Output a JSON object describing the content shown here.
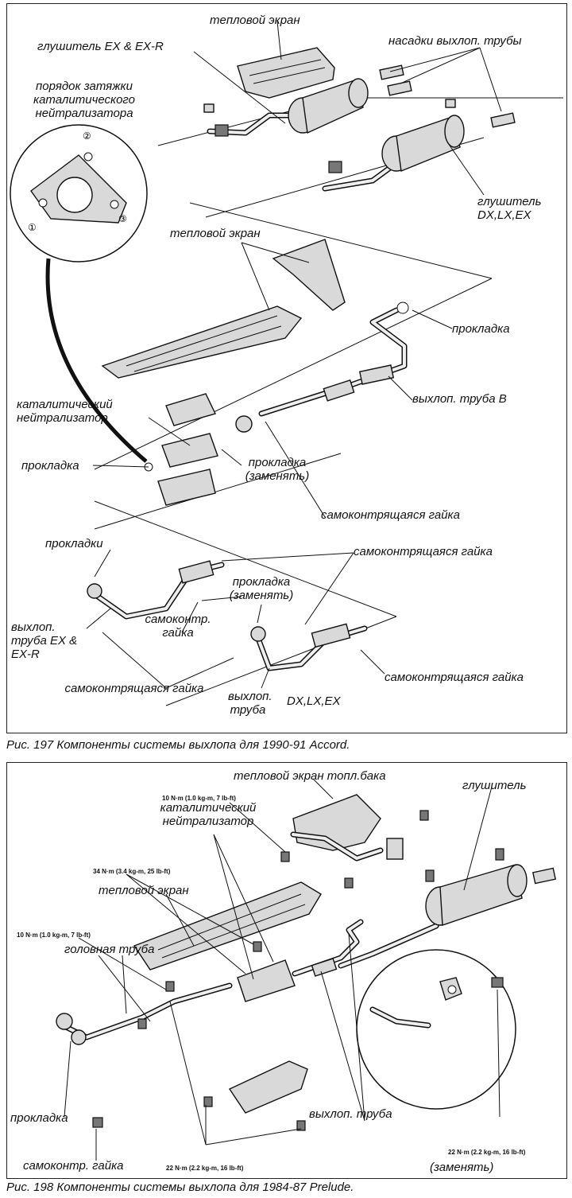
{
  "fig197": {
    "labels": {
      "heat_shield_top": "тепловой экран",
      "muffler_ex": "глушитель EX & EX-R",
      "tips": "насадки выхлоп. трубы",
      "torque_order": "порядок затяжки каталитического нейтрализатора",
      "muffler_dx": "глушитель DX,LX,EX",
      "heat_shield_mid": "тепловой экран",
      "gasket_right": "прокладка",
      "exhaust_b": "выхлоп. труба B",
      "catalytic": "каталитический нейтрализатор",
      "gasket_left": "прокладка",
      "gasket_replace": "прокладка (заменять)",
      "locknut_mid": "самоконтрящаяся гайка",
      "gaskets": "прокладки",
      "locknut_right_top": "самоконтрящаяся гайка",
      "gasket_replace2": "прокладка (заменять)",
      "locknut_short": "самоконтр. гайка",
      "pipe_ex": "выхлоп. труба EX & EX-R",
      "locknut_bottom_left": "самоконтрящаяся гайка",
      "pipe_dx_a": "выхлоп. труба",
      "pipe_dx_b": "DX,LX,EX",
      "locknut_bottom_right": "самоконтрящаяся гайка"
    },
    "flange_order": [
      "①",
      "②",
      "③"
    ],
    "caption": "Рис. 197 Компоненты системы выхлопа для 1990-91 Accord."
  },
  "fig198": {
    "labels": {
      "tank_shield": "тепловой экран топл.бака",
      "muffler": "глушитель",
      "torque_10_top": "10 N·m (1.0 kg-m, 7 lb-ft)",
      "catalytic": "каталитический нейтрализатор",
      "torque_34": "34 N·m (3.4 kg-m, 25 lb-ft)",
      "heat_shield": "тепловой экран",
      "torque_10_left": "10 N·m (1.0 kg-m, 7 lb-ft)",
      "head_pipe": "головная труба",
      "exhaust_pipe": "выхлоп. труба",
      "gasket": "прокладка",
      "locknut": "самоконтр. гайка",
      "torque_22_bottom": "22 N·m (2.2 kg-m, 16 lb-ft)",
      "torque_22_right": "22 N·m (2.2 kg-m, 16 lb-ft)",
      "replace": "(заменять)"
    },
    "caption": "Рис. 198 Компоненты системы выхлопа для 1984-87 Prelude."
  }
}
